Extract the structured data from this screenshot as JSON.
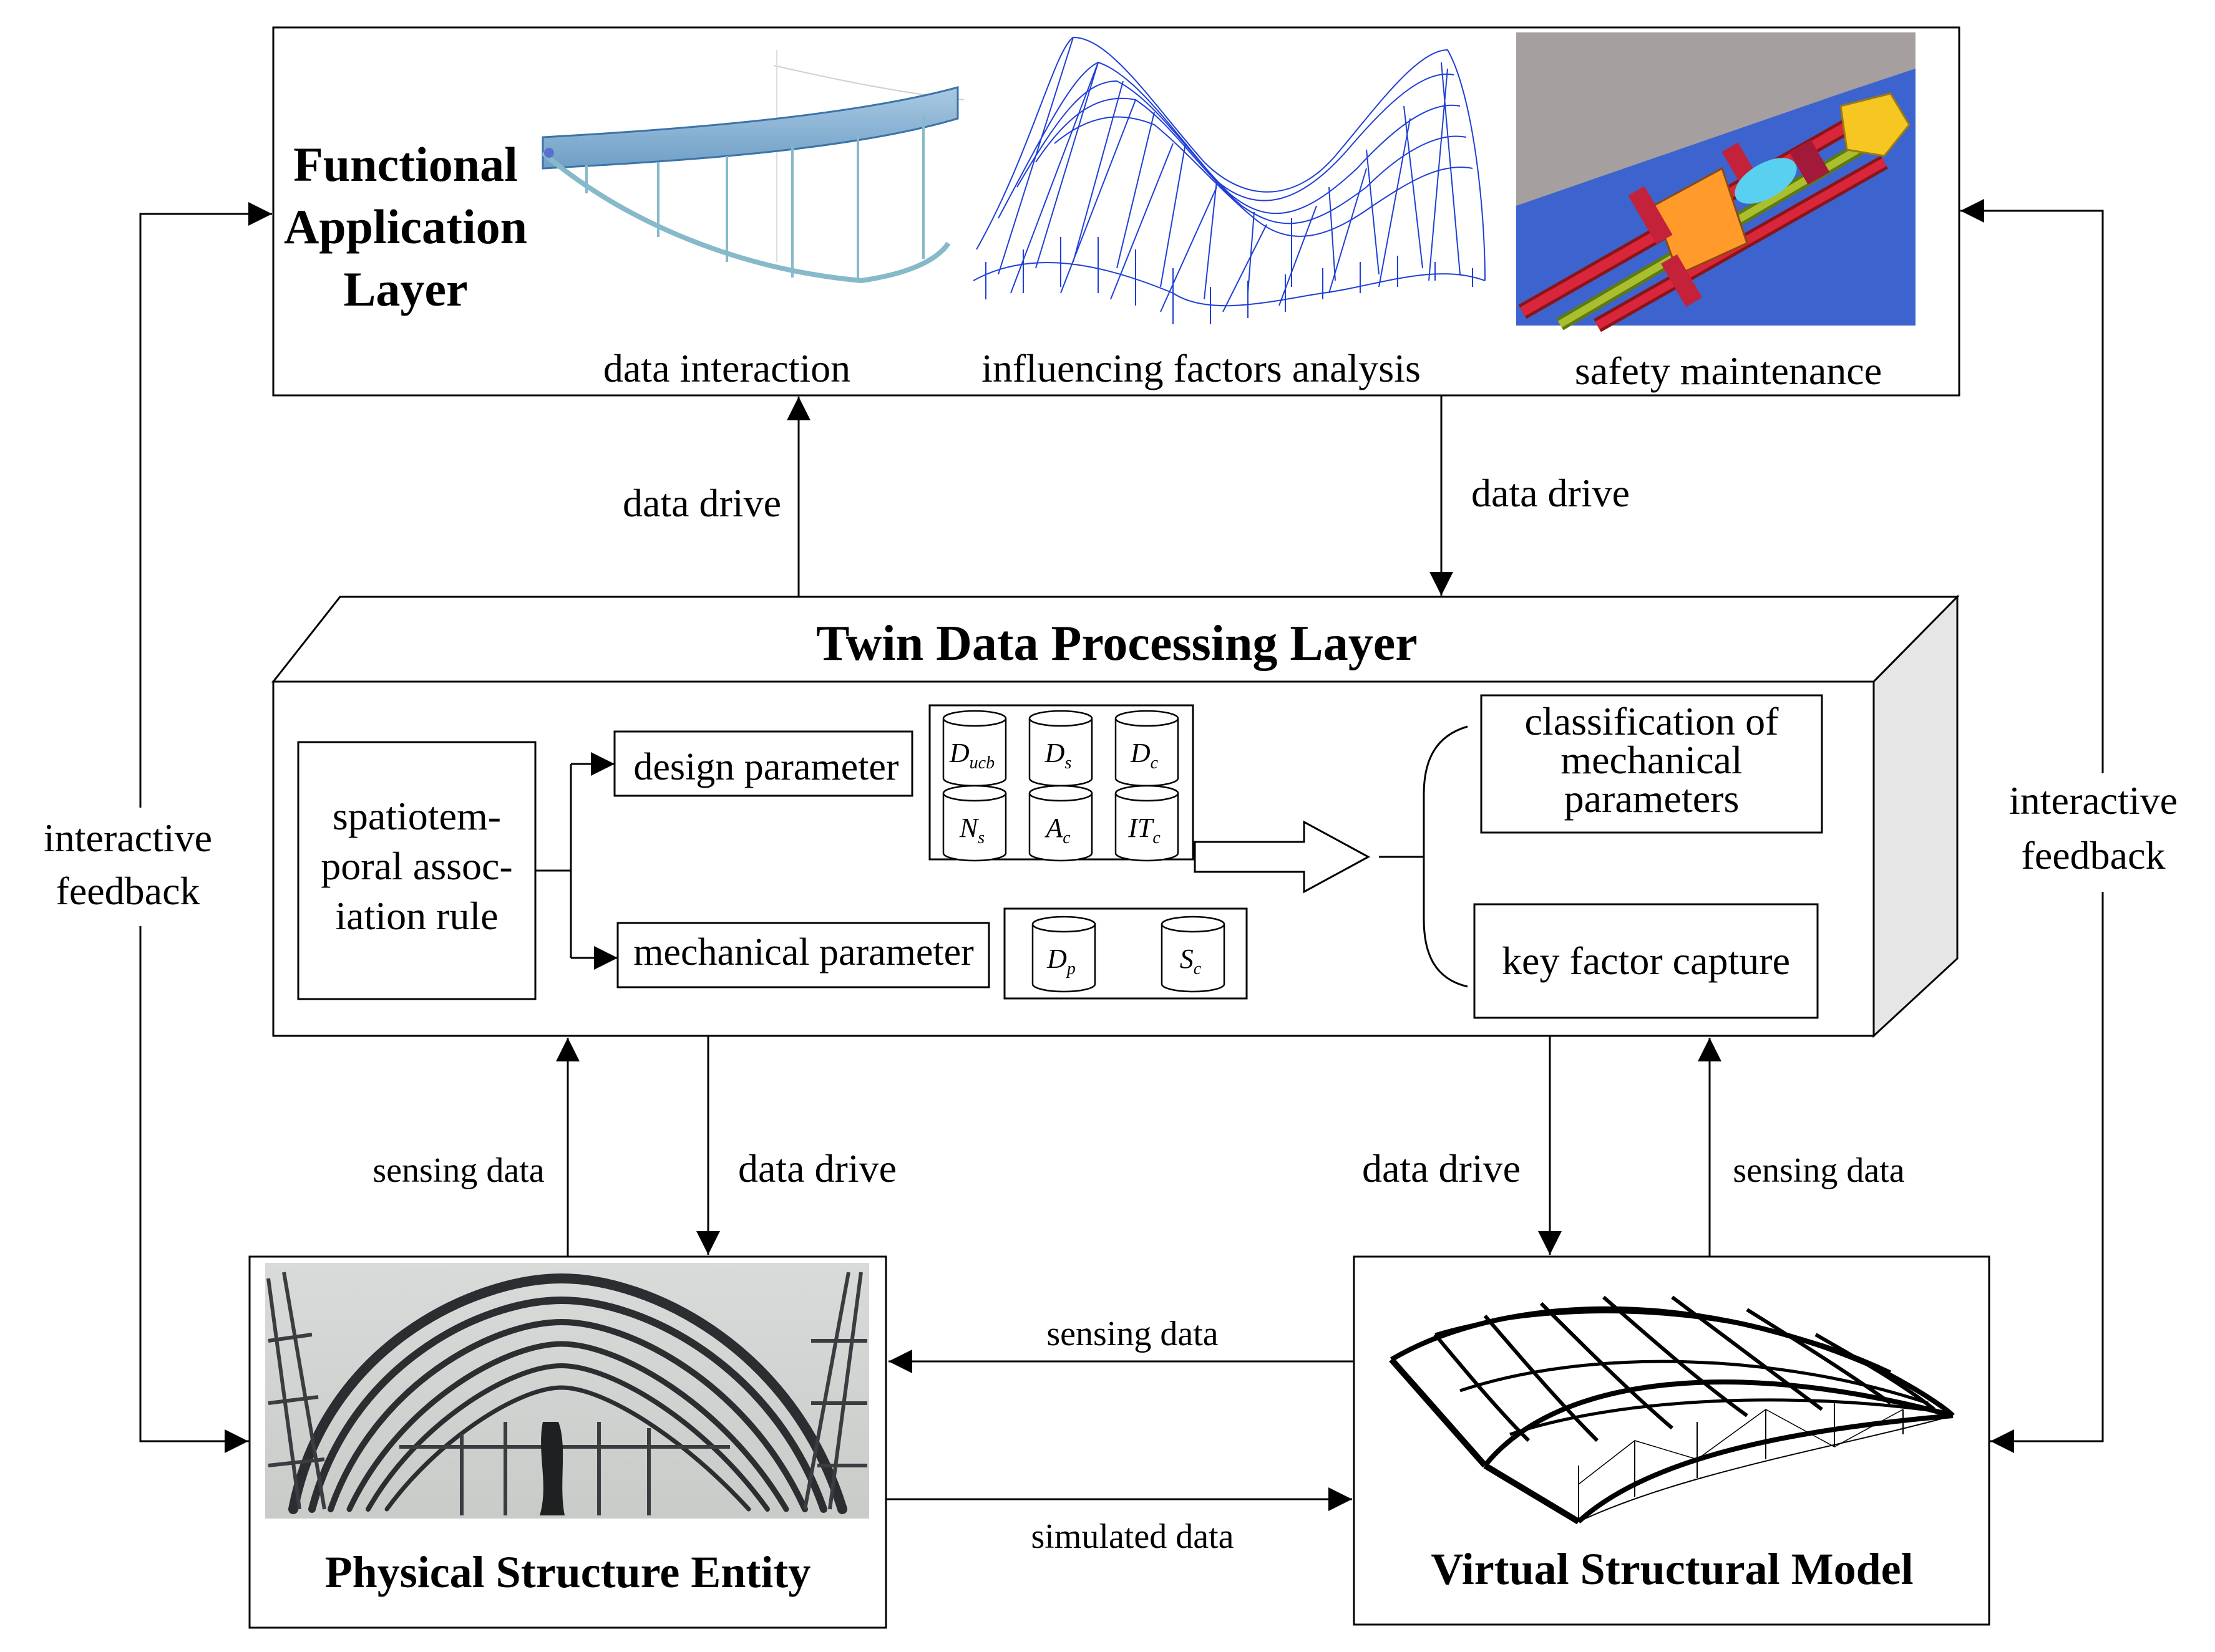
{
  "functional_layer": {
    "title_line1": "Functional",
    "title_line2": "Application",
    "title_line3": "Layer",
    "items": [
      "data interaction",
      "influencing factors analysis",
      "safety maintenance"
    ]
  },
  "twin_layer": {
    "title": "Twin Data Processing Layer",
    "rule_line1": "spatiotem-",
    "rule_line2": "poral assoc-",
    "rule_line3": "iation rule",
    "design_parameter": "design parameter",
    "mechanical_parameter": "mechanical parameter",
    "design_symbols": [
      {
        "base": "D",
        "sub": "ucb"
      },
      {
        "base": "D",
        "sub": "s"
      },
      {
        "base": "D",
        "sub": "c"
      },
      {
        "base": "N",
        "sub": "s"
      },
      {
        "base": "A",
        "sub": "c"
      },
      {
        "base": "IT",
        "sub": "c"
      }
    ],
    "mech_symbols": [
      {
        "base": "D",
        "sub": "p"
      },
      {
        "base": "S",
        "sub": "c"
      }
    ],
    "classification_line1": "classification of",
    "classification_line2": "mechanical",
    "classification_line3": "parameters",
    "key_factor": "key factor capture"
  },
  "physical": {
    "title": "Physical Structure Entity"
  },
  "virtual": {
    "title": "Virtual Structural Model"
  },
  "arrows": {
    "data_drive": "data drive",
    "sensing_data": "sensing data",
    "simulated_data": "simulated data",
    "interactive": "interactive",
    "feedback": "feedback"
  }
}
